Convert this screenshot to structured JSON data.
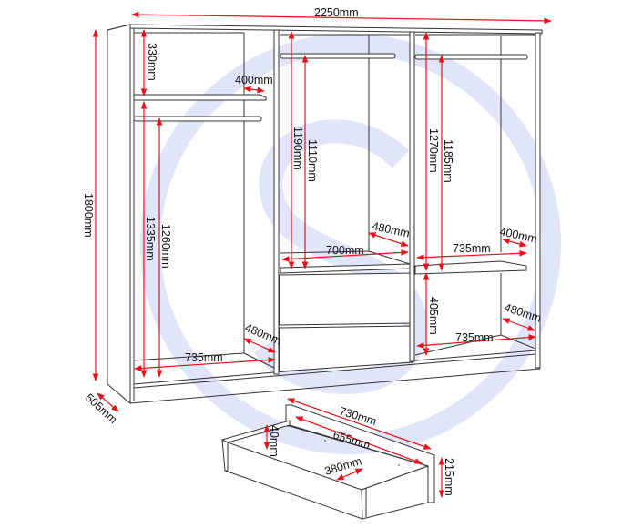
{
  "colors": {
    "dimension": "#e8101a",
    "watermark": "#d6def8",
    "outline": "#333333"
  },
  "wardrobe": {
    "overall_width": "2250mm",
    "overall_height": "1800mm",
    "overall_depth": "505mm",
    "left_top_shelf_height": "330mm",
    "left_shelf_depth": "400mm",
    "left_height_below_shelf": "1335mm",
    "left_hanging_height": "1260mm",
    "left_depth": "480mm",
    "left_width": "735mm",
    "middle_height": "1190mm",
    "middle_hanging_height": "1110mm",
    "middle_depth": "480mm",
    "middle_width": "700mm",
    "right_height": "1270mm",
    "right_hanging_height": "1185mm",
    "right_shelf_depth": "400mm",
    "right_shelf_width": "735mm",
    "right_lower_height": "405mm",
    "right_lower_depth": "480mm",
    "right_lower_width": "735mm"
  },
  "drawer": {
    "outer_length": "730mm",
    "inner_height": "40mm",
    "inner_length": "655mm",
    "inner_depth": "380mm",
    "front_height": "215mm"
  }
}
